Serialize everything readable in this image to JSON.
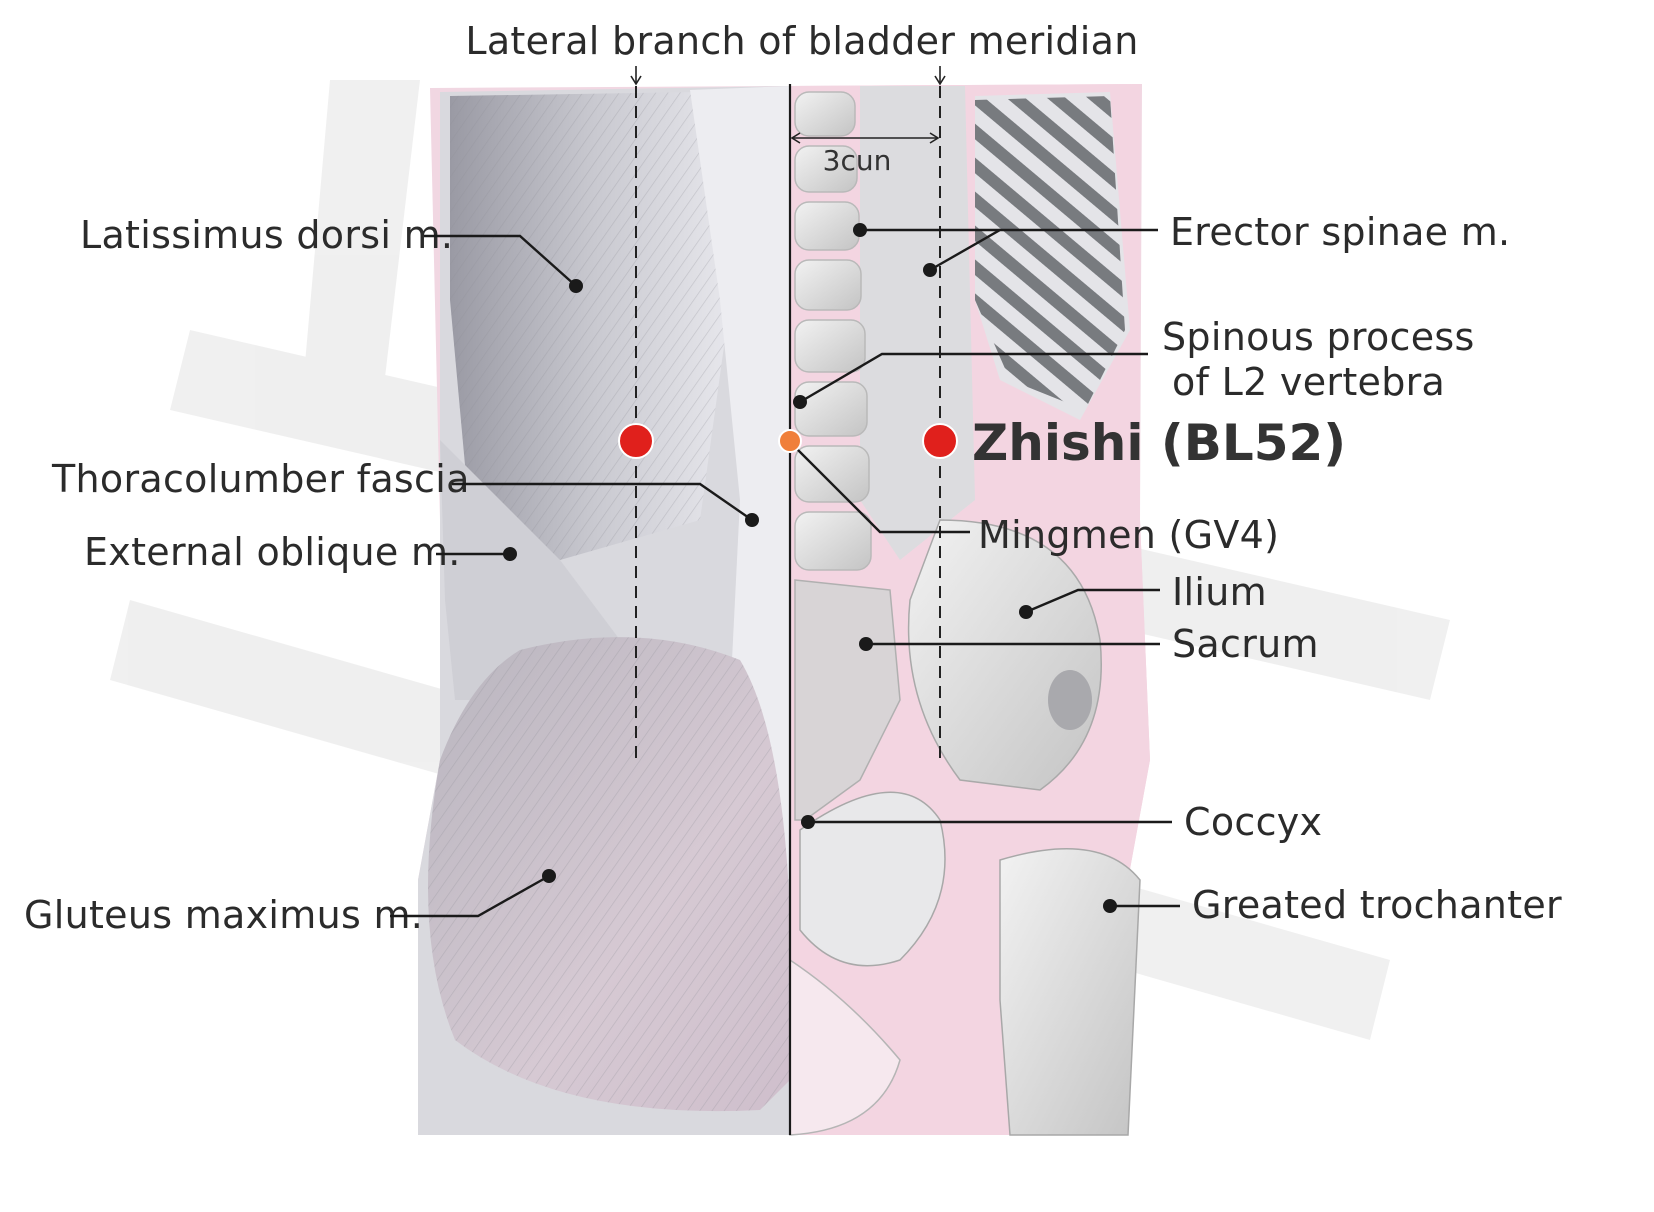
{
  "diagram": {
    "title": "Lateral branch of bladder meridian",
    "distance_label": "3cun",
    "acupoint": "Zhishi (BL52)",
    "labels": {
      "latissimus": "Latissimus dorsi m.",
      "thoracolumbar": "Thoracolumber fascia",
      "external_oblique": "External oblique m.",
      "gluteus": "Gluteus maximus m.",
      "erector": "Erector spinae m.",
      "spinous_line1": "Spinous process",
      "spinous_line2": "of L2 vertebra",
      "mingmen": "Mingmen (GV4)",
      "ilium": "Ilium",
      "sacrum": "Sacrum",
      "coccyx": "Coccyx",
      "trochanter": "Greated trochanter"
    },
    "colors": {
      "acupoint": "#e0201c",
      "mingmen_point": "#f07f3a",
      "skin_pink": "#f3d3e0",
      "muscle_grey": "#c9c9cf"
    }
  }
}
